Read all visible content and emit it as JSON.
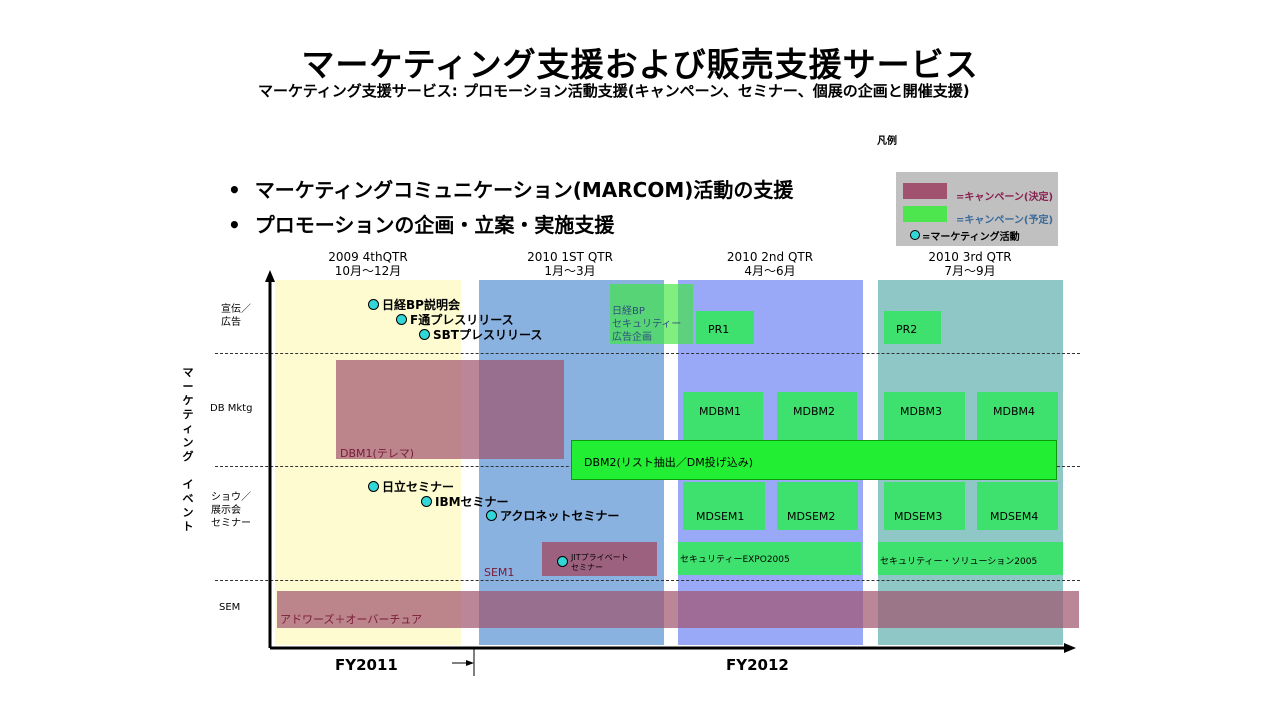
{
  "title": "マーケティング支援および販売支援サービス",
  "subtitle": "マーケティング支援サービス:  プロモーション活動支援(キャンペーン、セミナー、個展の企画と開催支援)",
  "bullets": [
    "マーケティングコミュニケーション(MARCOM)活動の支援",
    "プロモーションの企画・立案・実施支援"
  ],
  "legend": {
    "title": "凡例",
    "decided": "=キャンペーン(決定)",
    "planned": "=キャンペーン(予定)",
    "activity": "=マーケティング活動"
  },
  "quarters": [
    {
      "name": "2009 4thQTR",
      "months": "10月～12月"
    },
    {
      "name": "2010  1ST  QTR",
      "months": "1月～3月"
    },
    {
      "name": "2010  2nd  QTR",
      "months": "4月～6月"
    },
    {
      "name": "2010  3rd  QTR",
      "months": "7月～9月"
    }
  ],
  "y_axis_label": "マーケティング イベント",
  "rows": {
    "pr": "宣伝／\n広告",
    "db": "DB Mktg",
    "show": "ショウ／\n展示会\nセミナー",
    "sem": "SEM"
  },
  "events": {
    "nikkei_bp": "日経BP説明会",
    "f_press": "F通プレスリリース",
    "sbt_press": "SBTプレスリリース",
    "hitachi": "日立セミナー",
    "ibm": "IBMセミナー",
    "acronet": "アクロネットセミナー",
    "jit": "JITプライベート\nセミナー"
  },
  "campaigns": {
    "nikkei_ad": "日経BP\nセキュリティー\n広告企画",
    "pr1": "PR1",
    "pr2": "PR2",
    "dbm1": "DBM1(テレマ)",
    "dbm2": "DBM2(リスト抽出／DM投げ込み)",
    "mdbm1": "MDBM1",
    "mdbm2": "MDBM2",
    "mdbm3": "MDBM3",
    "mdbm4": "MDBM4",
    "mdsem1": "MDSEM1",
    "mdsem2": "MDSEM2",
    "mdsem3": "MDSEM3",
    "mdsem4": "MDSEM4",
    "expo": "セキュリティーEXPO2005",
    "solution": "セキュリティー・ソリューション2005",
    "sem1": "SEM1",
    "adwords": "アドワーズ＋オーバーチュア"
  },
  "fiscal_years": [
    "FY2011",
    "FY2012"
  ],
  "colors": {
    "decided": "#a0526e",
    "planned": "#2ee62e",
    "activity": "#33d6d6",
    "q4_band": "#fdfbcf",
    "q1_band": "#8ab2e0",
    "q2_band": "#9aa8f8",
    "q3_band": "#8fc7c7"
  }
}
